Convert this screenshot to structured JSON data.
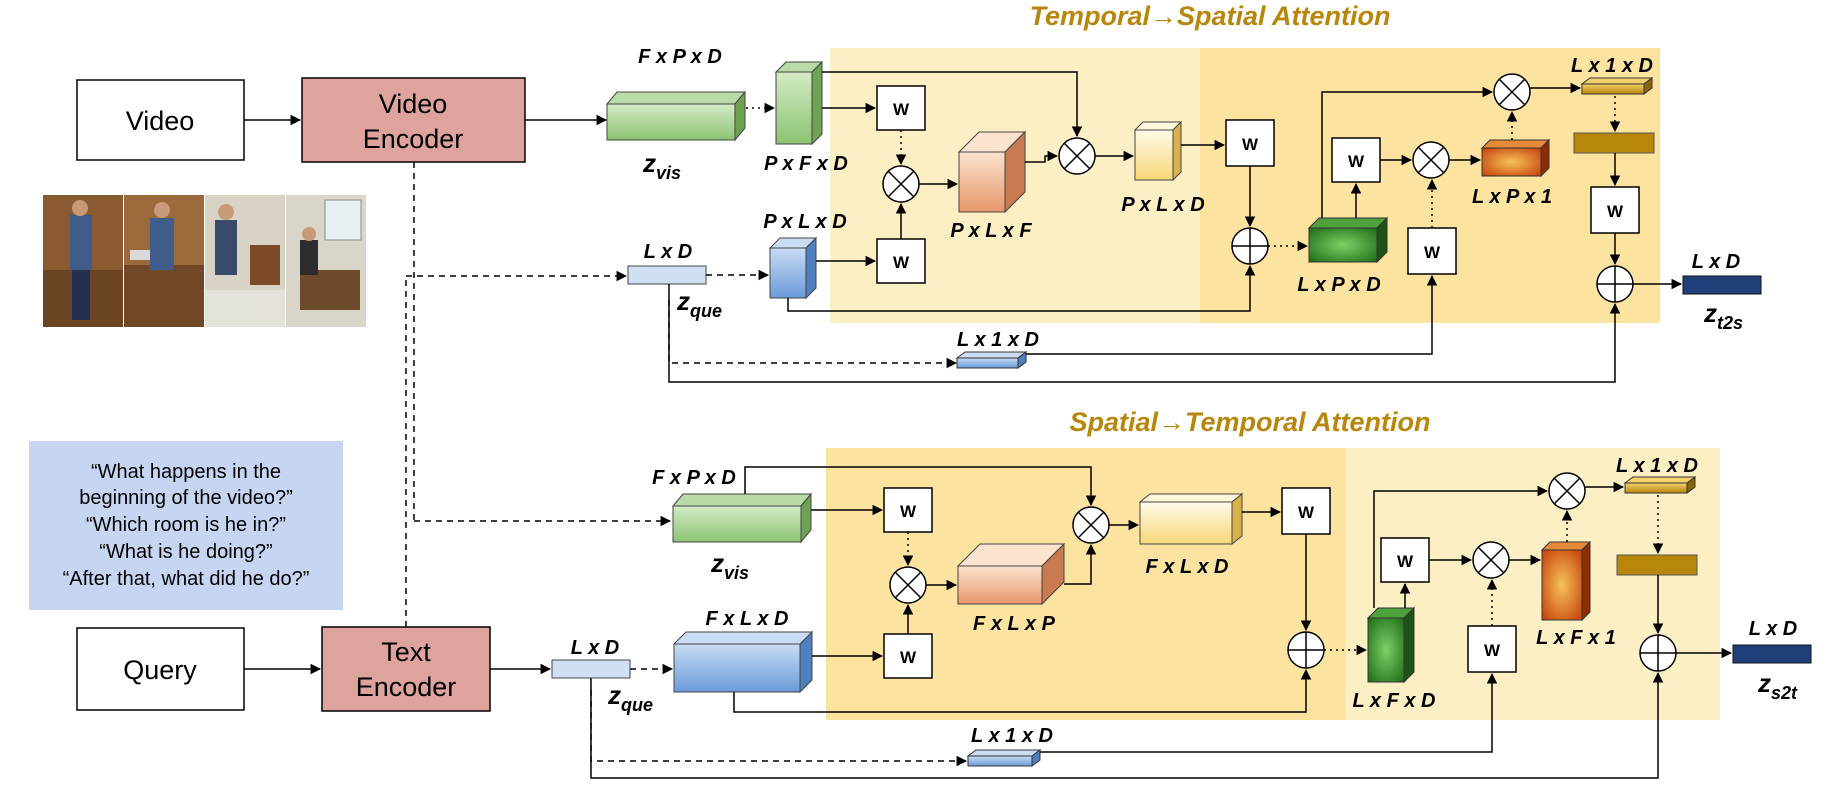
{
  "titles": {
    "top": "Temporal→Spatial Attention",
    "bottom": "Spatial→Temporal Attention"
  },
  "inputs": {
    "video": "Video",
    "query": "Query",
    "video_encoder_line1": "Video",
    "video_encoder_line2": "Encoder",
    "text_encoder_line1": "Text",
    "text_encoder_line2": "Encoder"
  },
  "questions": [
    "“What happens in the",
    "beginning of the video?”",
    "“Which room is he in?”",
    "“What is he doing?”",
    "“After that, what did he do?”"
  ],
  "weight_label": "W",
  "top_labels": {
    "fpd": "F x P x D",
    "zvis_main": "z",
    "zvis_sub": "vis",
    "pfd": "P x F x D",
    "pld": "P x L x D",
    "ld": "L x D",
    "zque_main": "z",
    "zque_sub": "que",
    "plf": "P x L x F",
    "pld2": "P x L x D",
    "lpd": "L x P x D",
    "lp1": "L x P x 1",
    "l1d_top": "L x 1 x D",
    "l1d_bottom": "L x 1 x D",
    "out_ld": "L x D",
    "out_main": "z",
    "out_sub": "t2s"
  },
  "bottom_labels": {
    "fpd": "F x P x D",
    "zvis_main": "z",
    "zvis_sub": "vis",
    "ld": "L x D",
    "zque_main": "z",
    "zque_sub": "que",
    "fld": "F x L x D",
    "flp": "F x L x P",
    "fld2": "F x L x D",
    "lfd": "L x F x D",
    "lf1": "L x F x 1",
    "l1d_top": "L x 1 x D",
    "l1d_bottom": "L x 1 x D",
    "out_ld": "L x D",
    "out_main": "z",
    "out_sub": "s2t"
  },
  "colors": {
    "encoder_fill": "#dfa39d",
    "attention_light": "#fdefc4",
    "attention_dark": "#fde3a0",
    "question_fill": "#c6d6f2",
    "title_color": "#b8860b",
    "output_fill": "#1f3e7a"
  }
}
